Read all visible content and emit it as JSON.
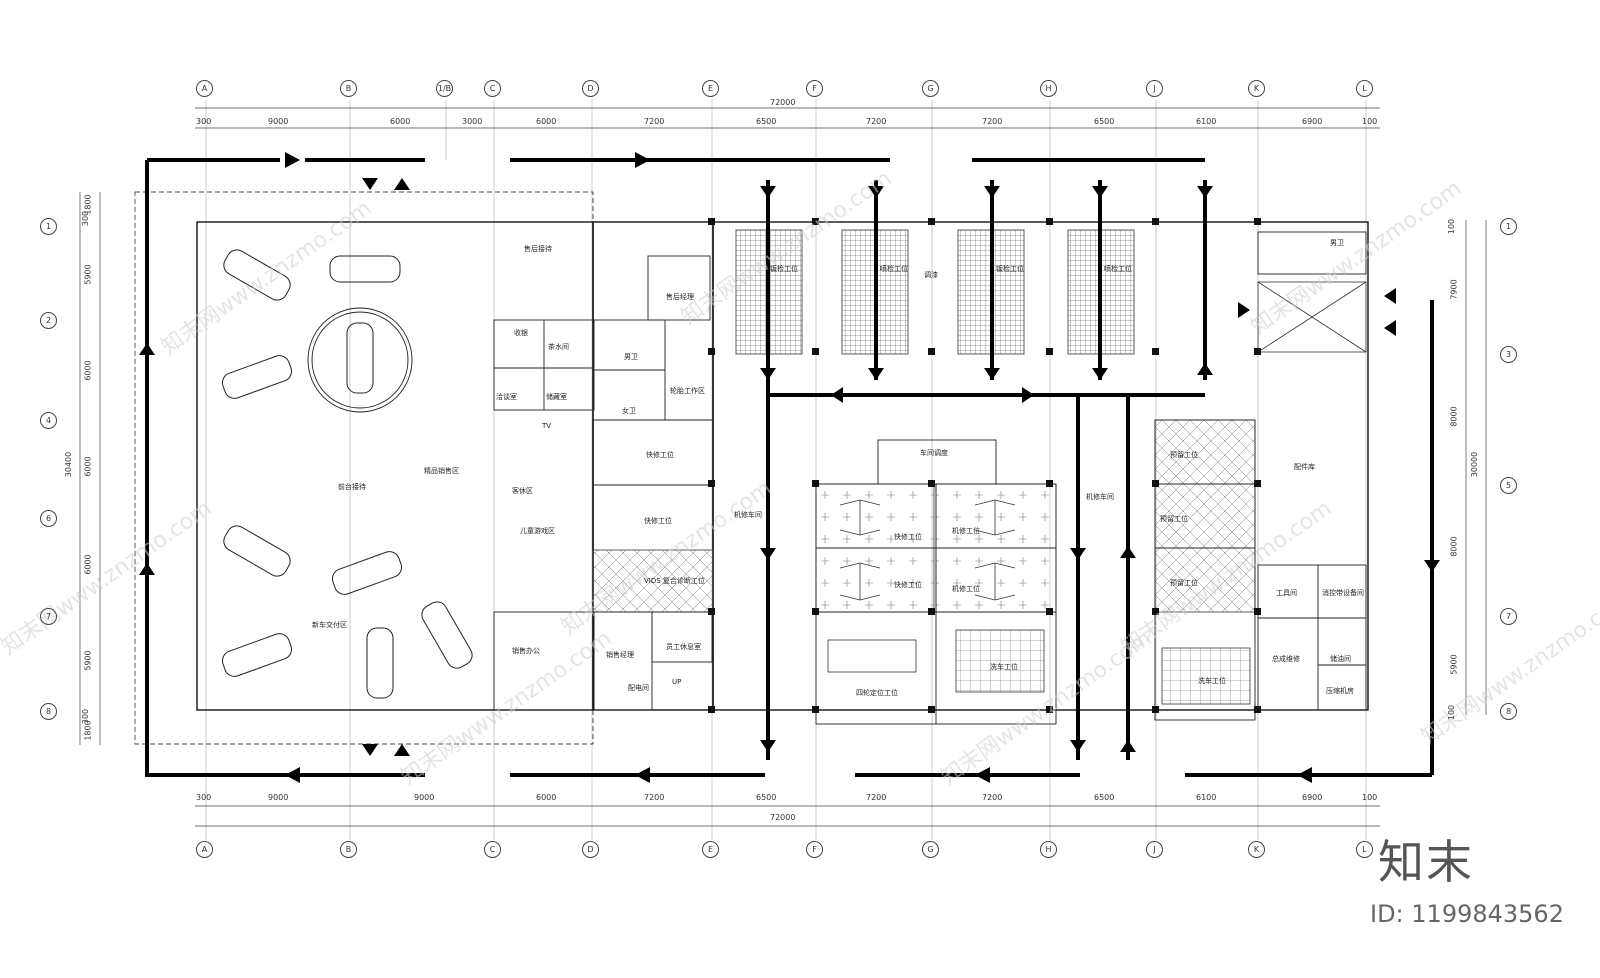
{
  "watermark": {
    "text": "知末网www.znzmo.com",
    "brand": "知末",
    "image_id": "ID: 1199843562"
  },
  "axes_top": [
    "A",
    "B",
    "1/B",
    "C",
    "D",
    "E",
    "F",
    "G",
    "H",
    "J",
    "K",
    "L"
  ],
  "axes_bottom": [
    "A",
    "B",
    "C",
    "D",
    "E",
    "F",
    "G",
    "H",
    "J",
    "K",
    "L"
  ],
  "axes_left": [
    "1",
    "2",
    "4",
    "6",
    "7",
    "8"
  ],
  "axes_right": [
    "1",
    "3",
    "5",
    "7",
    "8"
  ],
  "dims_top_total": "72000",
  "dims_top": [
    "300",
    "9000",
    "6000",
    "3000",
    "6000",
    "7200",
    "6500",
    "7200",
    "7200",
    "6500",
    "6100",
    "6900",
    "100"
  ],
  "dims_bottom": [
    "300",
    "9000",
    "9000",
    "6000",
    "7200",
    "6500",
    "7200",
    "7200",
    "6500",
    "6100",
    "6900",
    "100"
  ],
  "dims_bottom_total": "72000",
  "dims_left": [
    "300",
    "1800",
    "5900",
    "6000",
    "6000",
    "6000",
    "5900",
    "300",
    "1800"
  ],
  "dims_left_total": "30400",
  "dims_right": [
    "100",
    "7900",
    "8000",
    "8000",
    "5900",
    "100"
  ],
  "dims_right_total": "30000",
  "rooms": {
    "after_sales_reception": "售后接待",
    "after_sales_manager": "售后经理",
    "cashier": "收银",
    "tea_room": "茶水间",
    "men_wc": "男卫",
    "women_wc": "女卫",
    "negotiation": "洽谈室",
    "storage": "储藏室",
    "tv": "TV",
    "tire_work": "轮胎工作区",
    "boutique": "精品销售区",
    "front_desk": "前台接待",
    "lounge": "客休区",
    "kids_play": "儿童游戏区",
    "new_car_delivery": "新车交付区",
    "sales_office": "销售办公",
    "sales_manager": "销售经理",
    "staff_rest": "员工休息室",
    "power_room": "配电间",
    "quick_repair_1": "快修工位",
    "quick_repair_2": "快修工位",
    "vids": "VIDS\n复合诊断工位",
    "mech_workshop": "机修车间",
    "mech_workshop_2": "机修车间",
    "workshop_dispatch": "车间调度",
    "quick_repair_3": "快修工位",
    "quick_repair_4": "快修工位",
    "mech_repair_1": "机修工位",
    "mech_repair_2": "机修工位",
    "wheel_alignment": "四轮定位工位",
    "car_wash_1": "洗车工位",
    "car_wash_2": "洗车工位",
    "prep_1": "预留工位",
    "prep_2": "预留工位",
    "prep_3": "预留工位",
    "parts": "配件库",
    "tools": "工具间",
    "fire_equipment": "消控带设备间",
    "assembly": "总成维修",
    "oil": "储油间",
    "compressor": "压缩机房",
    "men_wc_2": "男卫",
    "inspect_1": "钣检工位",
    "inspect_2": "喷检工位",
    "inspect_3": "钣检工位",
    "inspect_4": "喷检工位",
    "paint_room": "调漆",
    "up": "UP"
  },
  "colors": {
    "line": "#111111",
    "grid_line": "#444444",
    "watermark": "#cfcfcf"
  }
}
